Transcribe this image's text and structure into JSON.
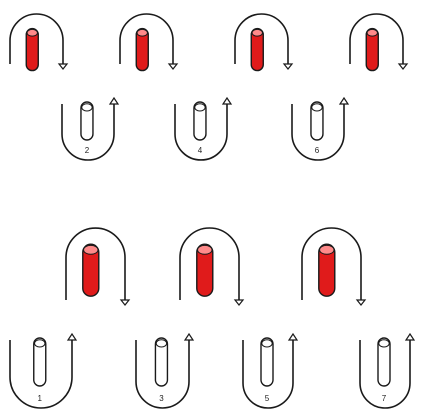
{
  "colors": {
    "stroke": "#1a1a1a",
    "tube_fill": "#e01b1b",
    "tube_top": "#ff8a8a",
    "empty_fill": "#ffffff"
  },
  "loops_down_row1": [
    {
      "id": "a1",
      "variant": "small"
    },
    {
      "id": "a2",
      "variant": "small"
    },
    {
      "id": "a3",
      "variant": "small"
    },
    {
      "id": "a4",
      "variant": "small"
    }
  ],
  "loops_up_row2": [
    {
      "id": "b2",
      "label": "2",
      "variant": "small"
    },
    {
      "id": "b4",
      "label": "4",
      "variant": "small"
    },
    {
      "id": "b6",
      "label": "6",
      "variant": "small"
    }
  ],
  "loops_down_row3": [
    {
      "id": "c1",
      "variant": "large"
    },
    {
      "id": "c2",
      "variant": "large"
    },
    {
      "id": "c3",
      "variant": "large"
    }
  ],
  "loops_up_row4": [
    {
      "id": "d1",
      "label": "1",
      "variant": "large"
    },
    {
      "id": "d3",
      "label": "3",
      "variant": "large"
    },
    {
      "id": "d5",
      "label": "5",
      "variant": "large"
    },
    {
      "id": "d7",
      "label": "7",
      "variant": "large"
    }
  ]
}
